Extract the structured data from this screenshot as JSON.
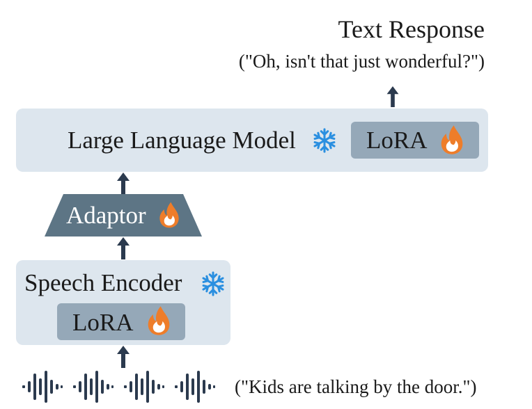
{
  "output": {
    "title": "Text Response",
    "example": "(\"Oh, isn't that just wonderful?\")"
  },
  "llm": {
    "label": "Large Language Model",
    "lora_label": "LoRA"
  },
  "adaptor": {
    "label": "Adaptor"
  },
  "encoder": {
    "label": "Speech Encoder",
    "lora_label": "LoRA"
  },
  "input": {
    "example": "(\"Kids are talking by the door.\")"
  },
  "colors": {
    "box_fill": "#dde6ee",
    "lora_fill": "#95a8b8",
    "adaptor_fill": "#5d7585",
    "arrow": "#2b3a4e",
    "flame": "#ee7d2a",
    "snowflake": "#2a8fe0",
    "waveform": "#2b3a4e"
  },
  "icons": {
    "frozen": "snowflake-icon",
    "trainable": "flame-icon",
    "audio": "waveform-icon"
  }
}
